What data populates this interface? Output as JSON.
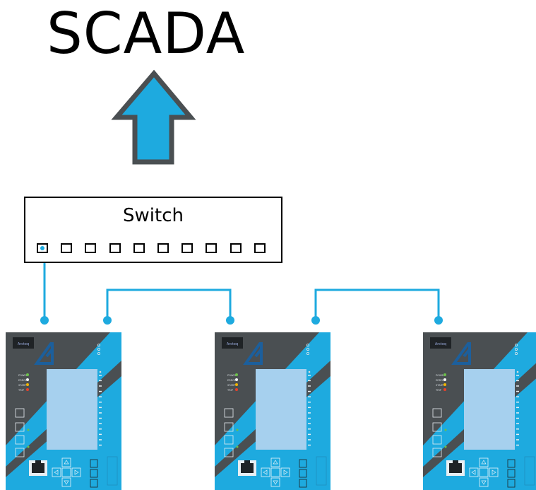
{
  "title": "SCADA",
  "switch": {
    "label": "Switch",
    "port_count": 10,
    "connected_port": 1
  },
  "relay": {
    "logo_text": "Arcteq",
    "led_labels": [
      "POWER",
      "ERROR",
      "START",
      "TRIP"
    ],
    "count": 3
  },
  "colors": {
    "accent": "#1eaadf",
    "panel": "#4a4f52",
    "screen": "#a6d0ee",
    "line": "#1eaadf",
    "arrow_outline": "#4a4f52"
  }
}
